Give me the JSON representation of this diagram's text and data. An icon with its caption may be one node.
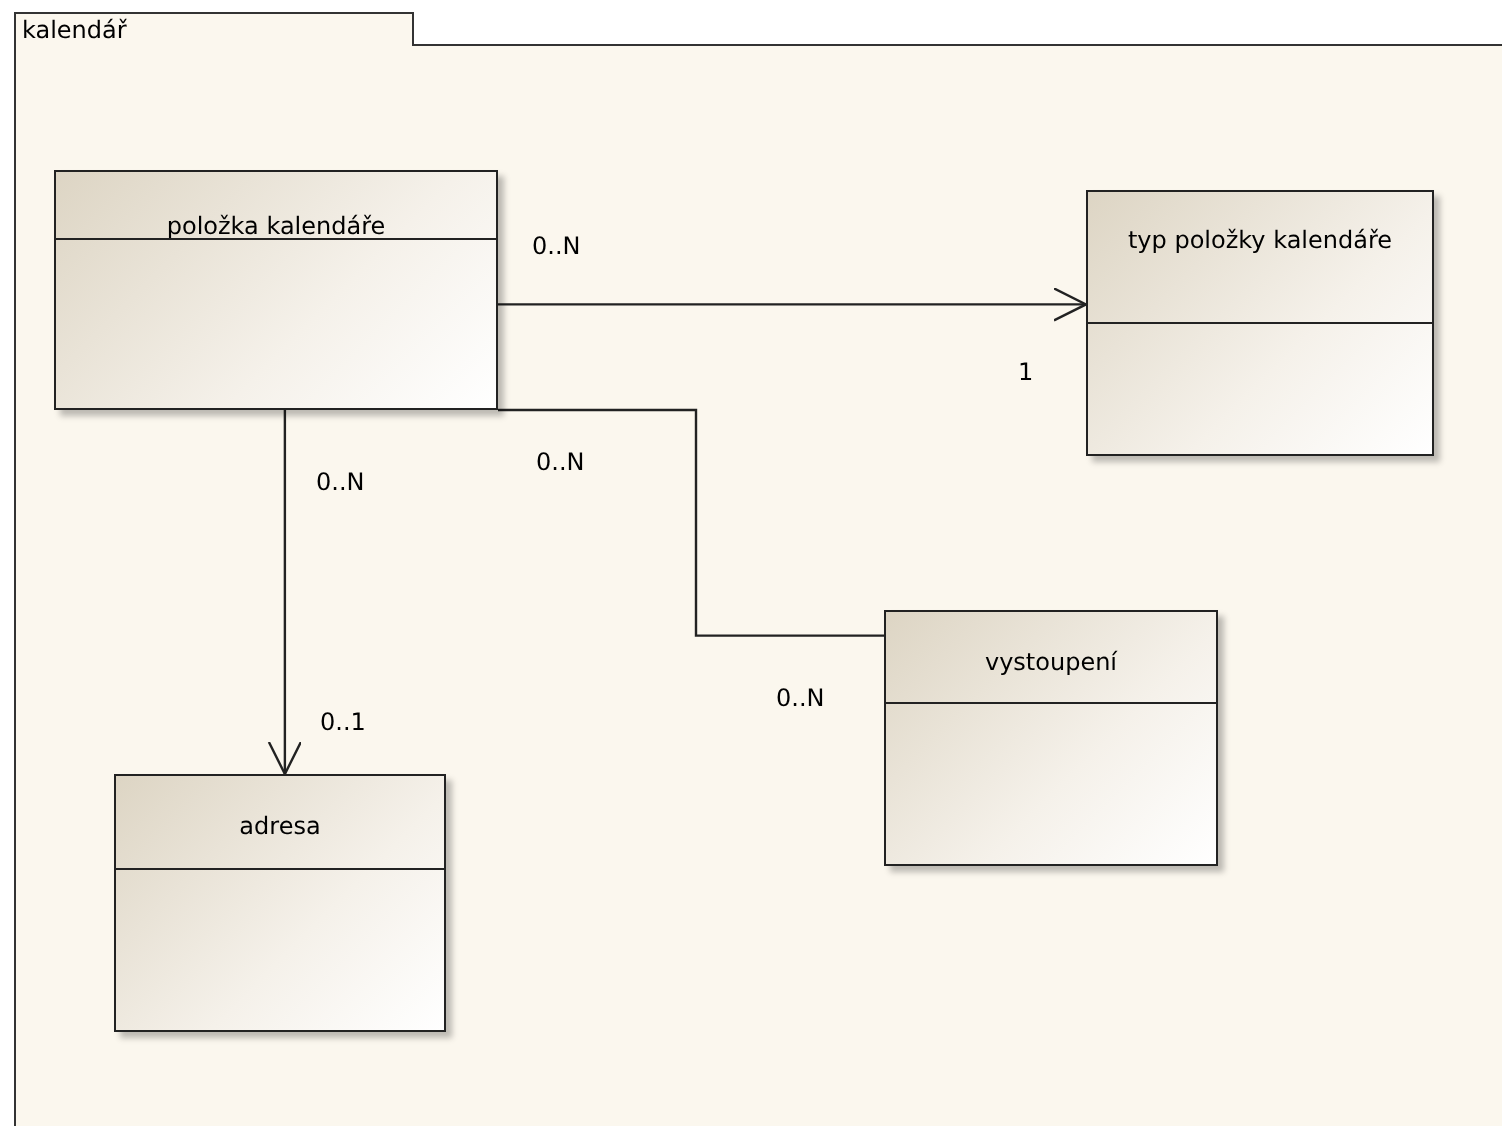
{
  "diagram": {
    "nodes": [
      {
        "text": [
          "kalendář"
        ]
      },
      {
        "text": [
          "položka kalendáře"
        ],
        "in": 0
      },
      {
        "text": [
          "typ položky kalendáře"
        ],
        "in": 0
      },
      {
        "text": [
          "adresa"
        ],
        "in": 0
      },
      {
        "text": [
          "vystoupení"
        ],
        "in": 0
      }
    ],
    "edges": [
      {
        "from": 1,
        "to": 2,
        "arrow": "to"
      },
      {
        "from": 1,
        "to": 3,
        "arrow": "to"
      },
      {
        "from": 1,
        "to": 4,
        "arrow": "none"
      }
    ],
    "labels": [
      "0..N",
      "1",
      "0..N",
      "0..N",
      "0..N",
      "0..1"
    ]
  }
}
